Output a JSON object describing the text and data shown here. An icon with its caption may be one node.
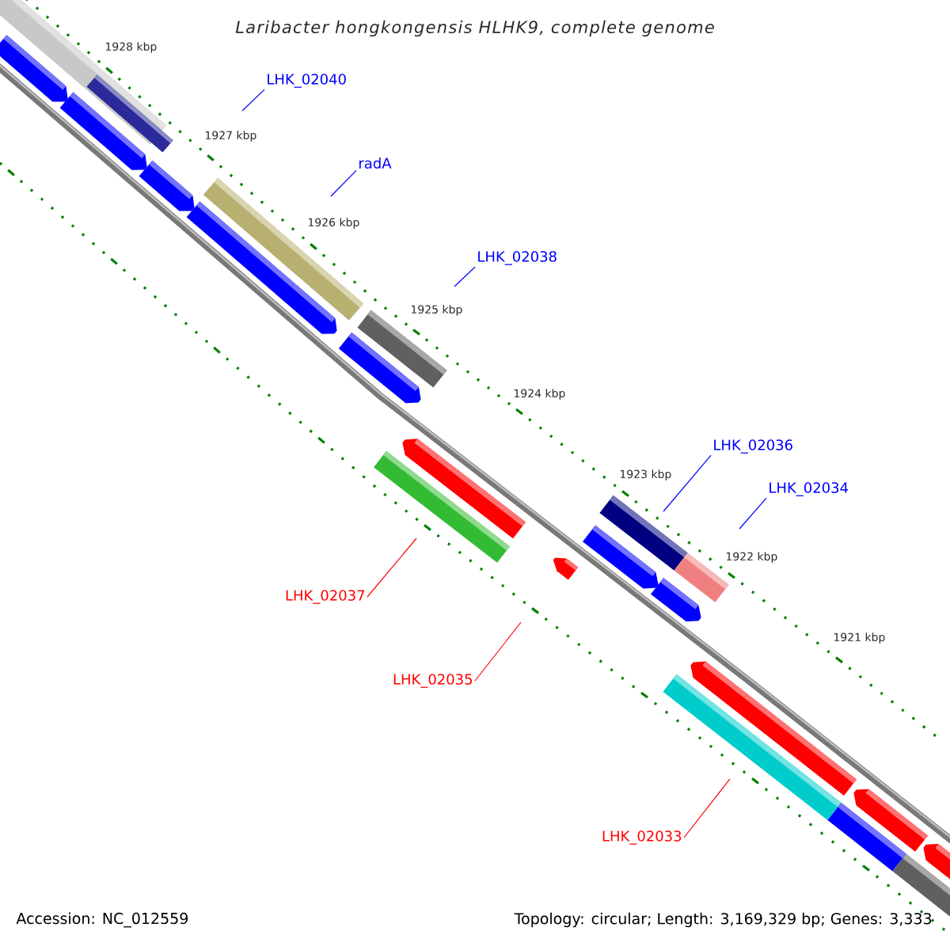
{
  "diagram": {
    "title": "Laribacter hongkongensis HLHK9, complete genome",
    "nodes": [
      {
        "text": [
          "LHK_02040"
        ]
      },
      {
        "text": [
          "radA"
        ]
      },
      {
        "text": [
          "LHK_02038"
        ]
      },
      {
        "text": [
          "LHK_02036"
        ]
      },
      {
        "text": [
          "LHK_02034"
        ]
      },
      {
        "text": [
          "LHK_02037"
        ]
      },
      {
        "text": [
          "LHK_02035"
        ]
      },
      {
        "text": [
          "LHK_02033"
        ]
      }
    ],
    "edges": [
      {
        "from": 0,
        "to": null,
        "arrow": "none"
      },
      {
        "from": 1,
        "to": null,
        "arrow": "none"
      },
      {
        "from": 2,
        "to": null,
        "arrow": "none"
      },
      {
        "from": 3,
        "to": null,
        "arrow": "none"
      },
      {
        "from": 4,
        "to": null,
        "arrow": "none"
      },
      {
        "from": 5,
        "to": null,
        "arrow": "none",
        "color": "#ff0000"
      },
      {
        "from": 6,
        "to": null,
        "arrow": "none",
        "color": "#ff0000"
      },
      {
        "from": 7,
        "to": null,
        "arrow": "none",
        "color": "#ff0000"
      }
    ],
    "labels": [
      "1928 kbp",
      "1927 kbp",
      "1926 kbp",
      "1925 kbp",
      "1924 kbp",
      "1923 kbp",
      "1922 kbp",
      "1921 kbp",
      "Accession: NC_012559",
      "Topology: circular; Length: 3,169,329 bp; Genes: 3,333"
    ]
  }
}
